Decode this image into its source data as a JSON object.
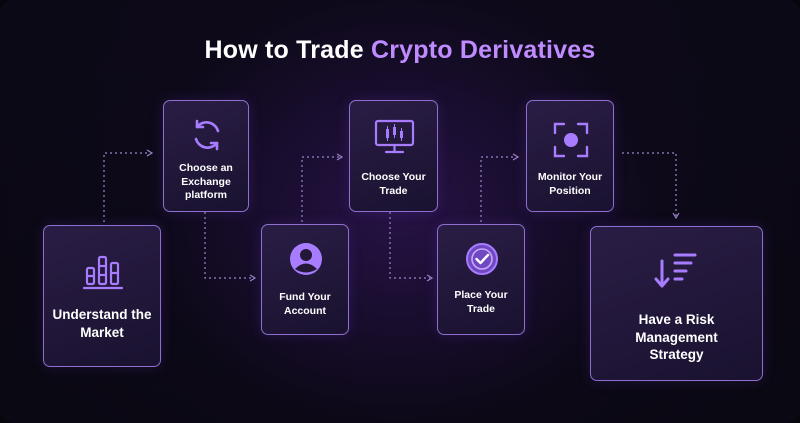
{
  "title": {
    "prefix": "How to Trade ",
    "highlight": "Crypto Derivatives"
  },
  "colors": {
    "accent": "#c08bff",
    "card_border": "#8e6fcf",
    "icon": "#a77cff"
  },
  "steps": [
    {
      "label": "Understand the Market",
      "icon": "bar-chart-icon"
    },
    {
      "label": "Choose an Exchange platform",
      "icon": "refresh-cycle-icon"
    },
    {
      "label": "Fund Your Account",
      "icon": "user-avatar-icon"
    },
    {
      "label": "Choose Your Trade",
      "icon": "monitor-candlestick-icon"
    },
    {
      "label": "Place Your Trade",
      "icon": "check-circle-icon"
    },
    {
      "label": "Monitor Your Position",
      "icon": "focus-target-icon"
    },
    {
      "label": "Have a Risk Management Strategy",
      "icon": "sort-descending-icon"
    }
  ]
}
